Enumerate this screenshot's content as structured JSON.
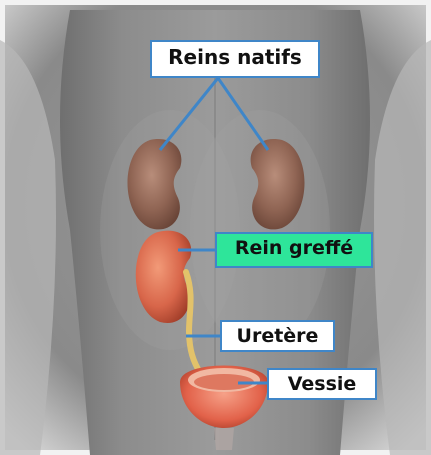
{
  "labels": {
    "native_kidneys": "Reins natifs",
    "graft_kidney": "Rein greffé",
    "ureter": "Uretère",
    "bladder": "Vessie"
  },
  "colors": {
    "background": "#8e8e8e",
    "label_border": "#3f86c8",
    "graft_highlight": "#2ee59a",
    "kidney_native": "#9a6f5e",
    "kidney_graft": "#d86a4e",
    "ureter": "#e2c26a",
    "bladder": "#e56a52",
    "leader_line": "#3f86c8"
  },
  "icons": {
    "native_kidney_left": "kidney-icon",
    "native_kidney_right": "kidney-icon",
    "graft_kidney": "kidney-icon",
    "bladder": "bladder-icon"
  }
}
